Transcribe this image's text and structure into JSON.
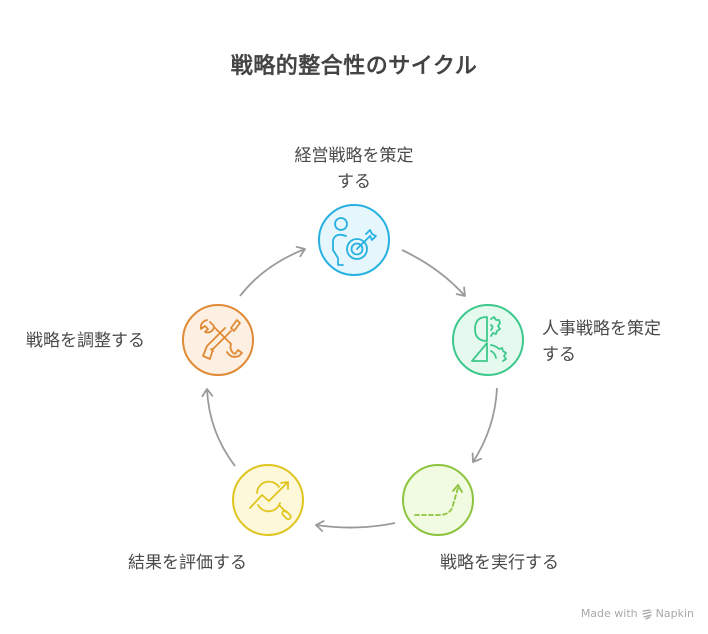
{
  "title": "戦略的整合性のサイクル",
  "colors": {
    "arrow": "#9a9a9a",
    "text": "#4a4a4a",
    "title": "#444444"
  },
  "steps": [
    {
      "id": "formulate-management-strategy",
      "label_lines": [
        "経営戦略を策定",
        "する"
      ],
      "icon": "person-target-icon",
      "stroke": "#27b1e0",
      "fill": "#e6f6fd"
    },
    {
      "id": "formulate-hr-strategy",
      "label_lines": [
        "人事戦略を策定",
        "する"
      ],
      "icon": "head-gears-icon",
      "stroke": "#3cc98b",
      "fill": "#e6f9ef"
    },
    {
      "id": "execute-strategy",
      "label_lines": [
        "戦略を実行する"
      ],
      "icon": "dashed-arrow-up-icon",
      "stroke": "#8dc43f",
      "fill": "#f1fbe2"
    },
    {
      "id": "evaluate-results",
      "label_lines": [
        "結果を評価する"
      ],
      "icon": "magnifier-trend-icon",
      "stroke": "#e0c51f",
      "fill": "#fdf8d9"
    },
    {
      "id": "adjust-strategy",
      "label_lines": [
        "戦略を調整する"
      ],
      "icon": "wrench-screwdriver-icon",
      "stroke": "#e08a35",
      "fill": "#fdefe2"
    }
  ],
  "footer": {
    "made_with": "Made with",
    "brand": "Napkin",
    "brand_icon": "napkin-logo-icon"
  }
}
